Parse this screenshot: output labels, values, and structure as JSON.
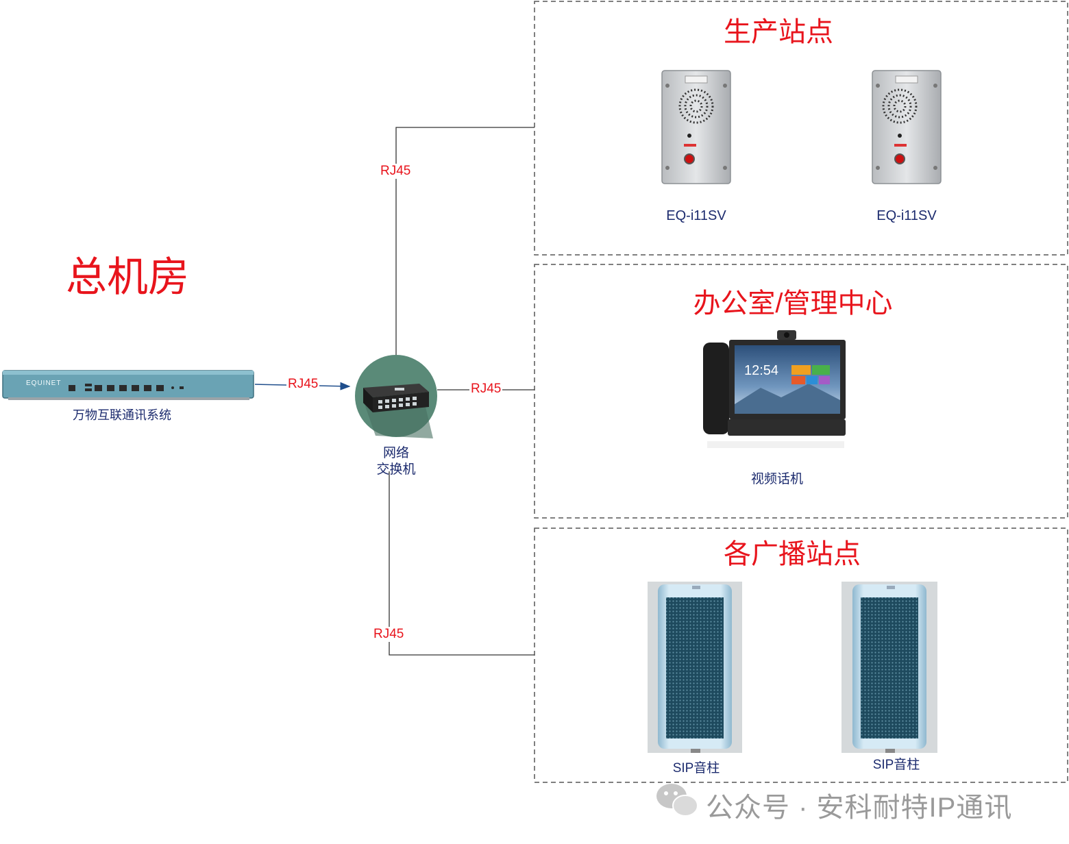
{
  "main_room": {
    "title": "总机房"
  },
  "server": {
    "brand": "EQUINET",
    "label": "万物互联通讯系统"
  },
  "switch": {
    "label_line1": "网络",
    "label_line2": "交换机"
  },
  "links": {
    "server_to_switch": "RJ45",
    "to_production": "RJ45",
    "to_office": "RJ45",
    "to_broadcast": "RJ45"
  },
  "zones": {
    "production": {
      "title": "生产站点",
      "devices": [
        {
          "label": "EQ-i11SV"
        },
        {
          "label": "EQ-i11SV"
        }
      ]
    },
    "office": {
      "title": "办公室/管理中心",
      "device": {
        "label": "视频话机",
        "screen_time": "12:54"
      }
    },
    "broadcast": {
      "title": "各广播站点",
      "devices": [
        {
          "label": "SIP音柱"
        },
        {
          "label": "SIP音柱"
        }
      ]
    }
  },
  "watermark": {
    "text": "公众号 · 安科耐特IP通讯"
  },
  "colors": {
    "accent": "#e8141c",
    "label": "#1c2b6e",
    "line": "#333333",
    "arrow": "#1f4e8c"
  }
}
